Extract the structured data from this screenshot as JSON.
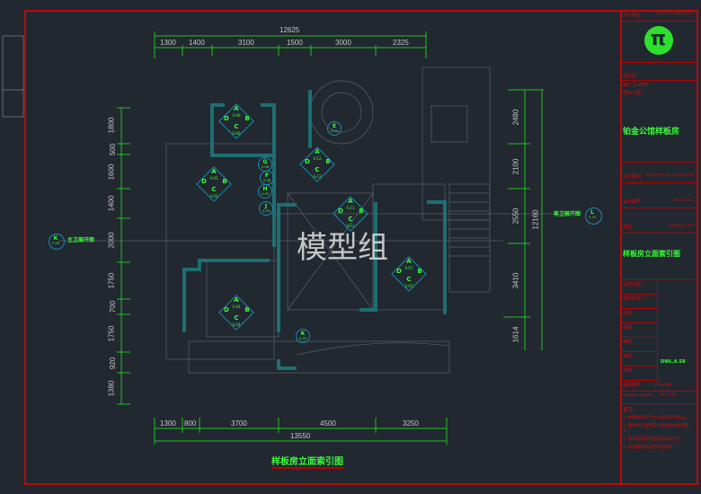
{
  "drawing": {
    "title": "样板房立面索引图",
    "watermark": "模型组",
    "top_total": "12625",
    "top_dims": [
      "1300",
      "1400",
      "3100",
      "1500",
      "3000",
      "2325"
    ],
    "bottom_total": "13550",
    "bottom_dims": [
      "1300",
      "800",
      "3700",
      "4500",
      "3250"
    ],
    "left_dims": [
      "1800",
      "500",
      "1600",
      "1400",
      "2000",
      "1750",
      "700",
      "1750",
      "920",
      "1380"
    ],
    "right_total": "12160",
    "right_dims": [
      "2480",
      "2100",
      "2550",
      "3410",
      "1614"
    ],
    "left_ref": {
      "letter": "K",
      "code": "S-08",
      "label": "主卫展开图"
    },
    "right_ref": {
      "letter": "L",
      "code": "S-10",
      "label": "客卫展开图"
    },
    "callouts": [
      {
        "code": "S-06"
      },
      {
        "code": "S-05"
      },
      {
        "code": "S-12"
      },
      {
        "code": "S-11"
      },
      {
        "code": "S-07"
      },
      {
        "code": "S-04"
      }
    ],
    "singles": [
      {
        "letter": "E",
        "code": "S-03"
      },
      {
        "letter": "G",
        "code": "S-08"
      },
      {
        "letter": "F",
        "code": "S-08"
      },
      {
        "letter": "H",
        "code": "S-09"
      },
      {
        "letter": "J",
        "code": "S-09"
      },
      {
        "letter": "K",
        "code": "S-09"
      }
    ],
    "letters": {
      "a": "A",
      "b": "B",
      "c": "C",
      "d": "D"
    }
  },
  "title_block": {
    "design_unit": "设计单位",
    "design_unit_en": "ARCHITECTURE DESIGN",
    "logo": "π",
    "designer": "设计师",
    "client": "客户 CLIENT",
    "project_label": "项目工程:",
    "project_name": "铂金公馆样板房",
    "consultant": "设计顾问",
    "consultant_en": "ARCHITECTURE CONSULTANTS",
    "project_no": "设计编号",
    "project_no_en": "PROJECT NO.",
    "drawing_title_label": "图名",
    "drawing_title_en": "DRAWING TITLE",
    "drawing_title": "样板房立面索引图",
    "rows": [
      "设计总监",
      "项目负责人",
      "设计",
      "绘图",
      "审核",
      "校对",
      "日期"
    ],
    "scale_value": "DWL.A.58",
    "sheet_no_label": "图纸编号",
    "total_label": "TOTAL P/N.",
    "drawing_no_label": "DRAWING NUMBER",
    "drawing_no_value": "NO. 3-48",
    "notes_label": "备注",
    "notes": [
      "1. 本图纸所有尺寸以现场实测为准。",
      "2. 图纸中未注明部分参照相关图纸施工。",
      "3. 施工前须核对图纸与现场尺寸。",
      "4. 本图版权归设计单位所有。"
    ]
  }
}
